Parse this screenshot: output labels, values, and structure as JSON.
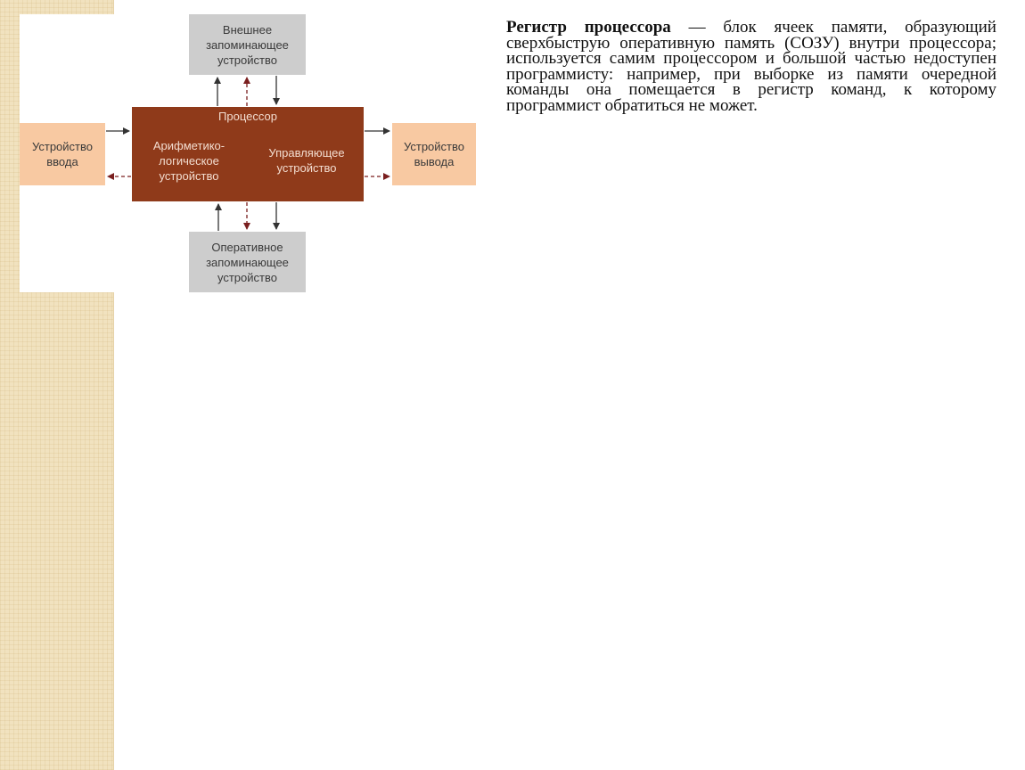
{
  "diagram": {
    "external_memory": "Внешнее\nзапоминающее\nустройство",
    "processor": "Процессор",
    "alu": "Арифметико-\nлогическое\nустройство",
    "control_unit": "Управляющее\nустройство",
    "input_device": "Устройство\nввода",
    "output_device": "Устройство\nвывода",
    "ram": "Оперативное\nзапоминающее\nустройство"
  },
  "article": {
    "term": "Регистр процессора",
    "definition": " — блок ячеек памяти, образующий сверхбыструю оперативную память (СОЗУ) внутри процессора; используется самим процессором и большой частью недоступен программисту: например, при выборке из памяти очередной команды она помещается в регистр команд, к которому программист обратиться не может."
  },
  "colors": {
    "processor_fill": "#8f3a1a",
    "memory_fill": "#cdcdcd",
    "io_fill": "#f8c9a2",
    "data_arrow": "#333333",
    "control_arrow": "#7a1f1f"
  }
}
